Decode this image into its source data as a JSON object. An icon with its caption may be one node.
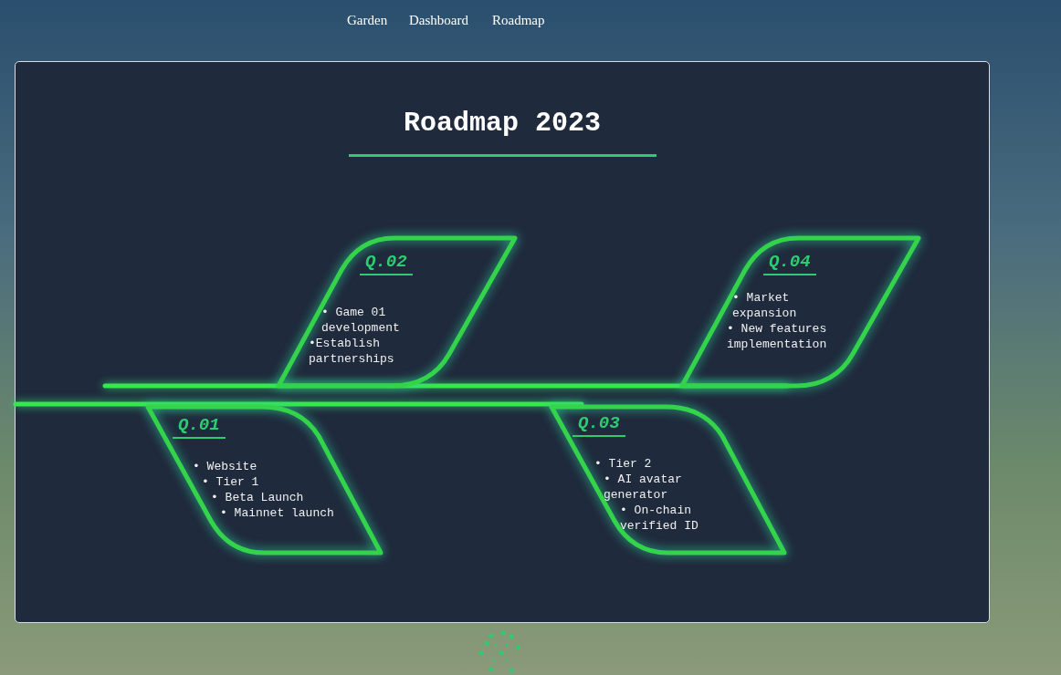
{
  "diagram": {
    "title": "Roadmap 2023",
    "nodes": [
      {
        "text": [
          "Q.01",
          "• Website",
          "• Tier 1",
          "• Beta Launch",
          "• Mainnet launch"
        ]
      },
      {
        "text": [
          "Q.02",
          "• Game 01 development",
          "•Establish partnerships"
        ]
      },
      {
        "text": [
          "Q.03",
          "• Tier 2",
          "• AI avatar generator",
          "• On-chain verified ID"
        ]
      },
      {
        "text": [
          "Q.04",
          "• Market expansion",
          "• New features implementation"
        ]
      }
    ],
    "edges": [],
    "labels": [
      "Garden",
      "Dashboard",
      "Roadmap"
    ]
  }
}
